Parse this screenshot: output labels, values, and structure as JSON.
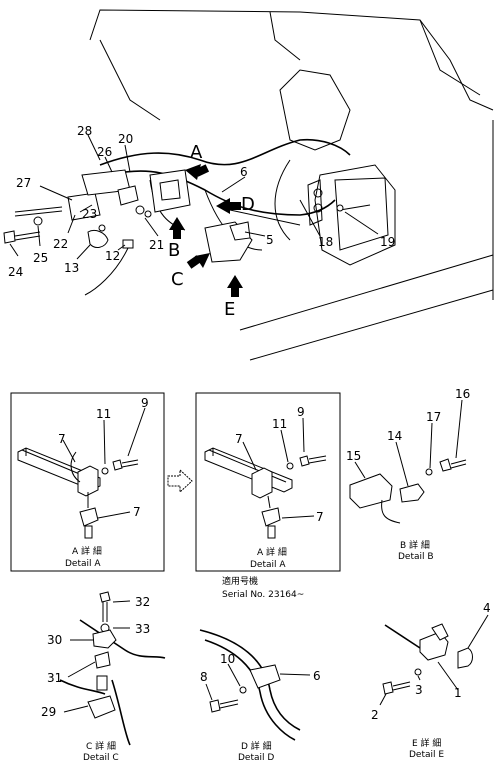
{
  "main_view": {
    "callouts": [
      "28",
      "20",
      "26",
      "27",
      "23",
      "22",
      "25",
      "24",
      "13",
      "12",
      "21",
      "6",
      "5",
      "18",
      "19"
    ],
    "arrow_letters": [
      "A",
      "B",
      "C",
      "D",
      "E"
    ]
  },
  "detail_a_left": {
    "callouts": [
      "9",
      "11",
      "7",
      "7"
    ],
    "caption_jp": "A 詳 細",
    "caption_en": "Detail A"
  },
  "detail_a_right": {
    "callouts": [
      "9",
      "11",
      "7",
      "7"
    ],
    "caption_jp": "A 詳 細",
    "caption_en": "Detail A",
    "serial_jp": "適用号機",
    "serial_en": "Serial  No. 23164~"
  },
  "detail_b": {
    "callouts": [
      "16",
      "17",
      "14",
      "15"
    ],
    "caption_jp": "B 詳 細",
    "caption_en": "Detail  B"
  },
  "detail_c": {
    "callouts": [
      "32",
      "33",
      "30",
      "31",
      "29"
    ],
    "caption_jp": "C 詳 細",
    "caption_en": "Detail  C"
  },
  "detail_d": {
    "callouts": [
      "10",
      "8",
      "6"
    ],
    "caption_jp": "D 詳 細",
    "caption_en": "Detail  D"
  },
  "detail_e": {
    "callouts": [
      "4",
      "1",
      "3",
      "2"
    ],
    "caption_jp": "E 詳 細",
    "caption_en": "Detail  E"
  }
}
